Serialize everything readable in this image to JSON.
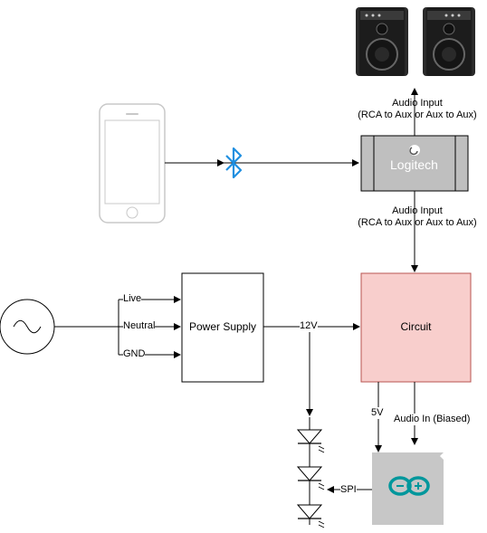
{
  "labels": {
    "audio_input_top": "Audio Input",
    "audio_input_top_sub": "(RCA to Aux or Aux to Aux)",
    "audio_input_mid": "Audio Input",
    "audio_input_mid_sub": "(RCA to Aux or Aux to Aux)",
    "logitech": "Logitech",
    "power_supply": "Power Supply",
    "circuit": "Circuit",
    "live": "Live",
    "neutral": "Neutral",
    "gnd": "GND",
    "v12": "12V",
    "v5": "5V",
    "audio_in_biased": "Audio In (Biased)",
    "spi": "SPI"
  },
  "icons": [
    "speaker-left-icon",
    "speaker-right-icon",
    "smartphone-icon",
    "bluetooth-icon",
    "logitech-logo-icon",
    "ac-source-icon",
    "led-diode-icon",
    "arduino-board-icon"
  ],
  "colors": {
    "circuit_fill": "#f8cecc",
    "circuit_stroke": "#b85450",
    "logitech_fill": "#bfbfbf",
    "arduino_fill": "#c7c7c7",
    "arduino_logo": "#00979c",
    "bluetooth": "#1f8fe0",
    "phone_stroke": "#c8c8c8"
  }
}
